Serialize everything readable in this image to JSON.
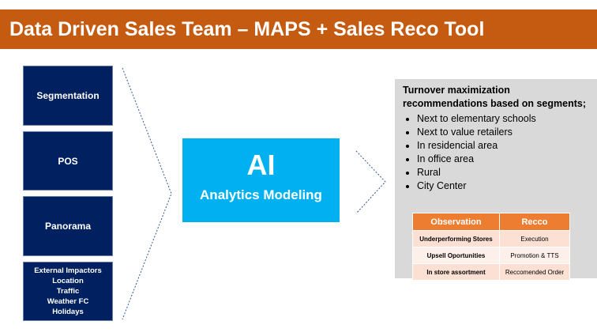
{
  "title": "Data Driven Sales Team – MAPS + Sales Reco Tool",
  "inputs": [
    "Segmentation",
    "POS",
    "Panorama"
  ],
  "external": [
    "External Impactors",
    "Location",
    "Traffic",
    "Weather FC",
    "Holidays"
  ],
  "ai": {
    "big": "AI",
    "sub": "Analytics Modeling"
  },
  "recs": {
    "heading": "Turnover maximization recommendations  based on segments;",
    "bullets": [
      "Next to elementary schools",
      "Next to value retailers",
      "In residencial area",
      "In office area",
      "Rural",
      "City Center"
    ]
  },
  "table": {
    "headers": [
      "Observation",
      "Recco"
    ],
    "rows": [
      [
        "Underperforming Stores",
        "Execution"
      ],
      [
        "Upsell Oportunities",
        "Promotion & TTS"
      ],
      [
        "In store assortment",
        "Reccomended Order"
      ]
    ]
  }
}
